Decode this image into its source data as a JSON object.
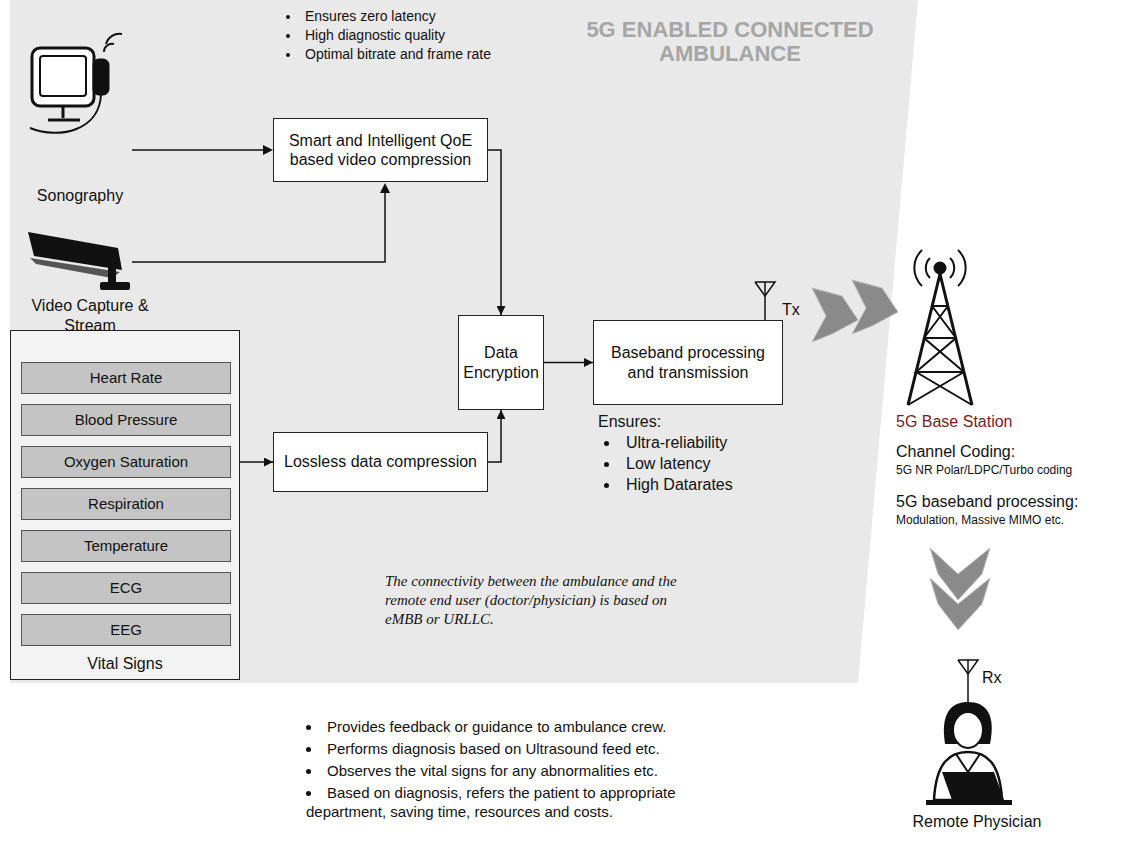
{
  "diagram": {
    "title": "5G ENABLED CONNECTED AMBULANCE",
    "nodes": [
      {
        "text": [
          "Smart and Intelligent QoE based video compression"
        ]
      },
      {
        "text": [
          "Data Encryption"
        ]
      },
      {
        "text": [
          "Baseband processing and transmission"
        ]
      },
      {
        "text": [
          "Vital Signs"
        ]
      },
      {
        "text": [
          "Heart Rate"
        ],
        "in": 3
      },
      {
        "text": [
          "Blood Pressure"
        ],
        "in": 3
      },
      {
        "text": [
          "Oxygen Saturation"
        ],
        "in": 3
      },
      {
        "text": [
          "Respiration"
        ],
        "in": 3
      },
      {
        "text": [
          "Temperature"
        ],
        "in": 3
      },
      {
        "text": [
          "ECG"
        ],
        "in": 3
      },
      {
        "text": [
          "EEG"
        ],
        "in": 3
      },
      {
        "text": [
          "Lossless data compression"
        ]
      }
    ],
    "edges": [
      {
        "from": 0,
        "to": 1,
        "arrow": "to"
      },
      {
        "from": 11,
        "to": 1,
        "arrow": "to"
      },
      {
        "from": 1,
        "to": 2,
        "arrow": "to"
      },
      {
        "from": 6,
        "to": 11,
        "arrow": "to"
      }
    ],
    "labels": [
      "Ensures zero latency",
      "High diagnostic quality",
      "Optimal bitrate and frame rate",
      "Sonography",
      "Video Capture & Stream",
      "Tx",
      "5G Base Station",
      "Channel Coding:",
      "5G NR Polar/LDPC/Turbo coding",
      "5G baseband processing:",
      "Modulation, Massive MIMO etc.",
      "Ensures:",
      "Ultra-reliability",
      "Low latency",
      "High Datarates",
      "The connectivity between the ambulance and the remote end user (doctor/physician) is based on eMBB or URLLC.",
      "Rx",
      "Provides feedback or guidance to ambulance crew.",
      "Performs diagnosis based on Ultrasound feed etc.",
      "Observes the vital signs for any abnormalities etc.",
      "Based on diagnosis, refers the patient to appropriate department, saving time, resources and costs.",
      "Remote Physician"
    ]
  }
}
